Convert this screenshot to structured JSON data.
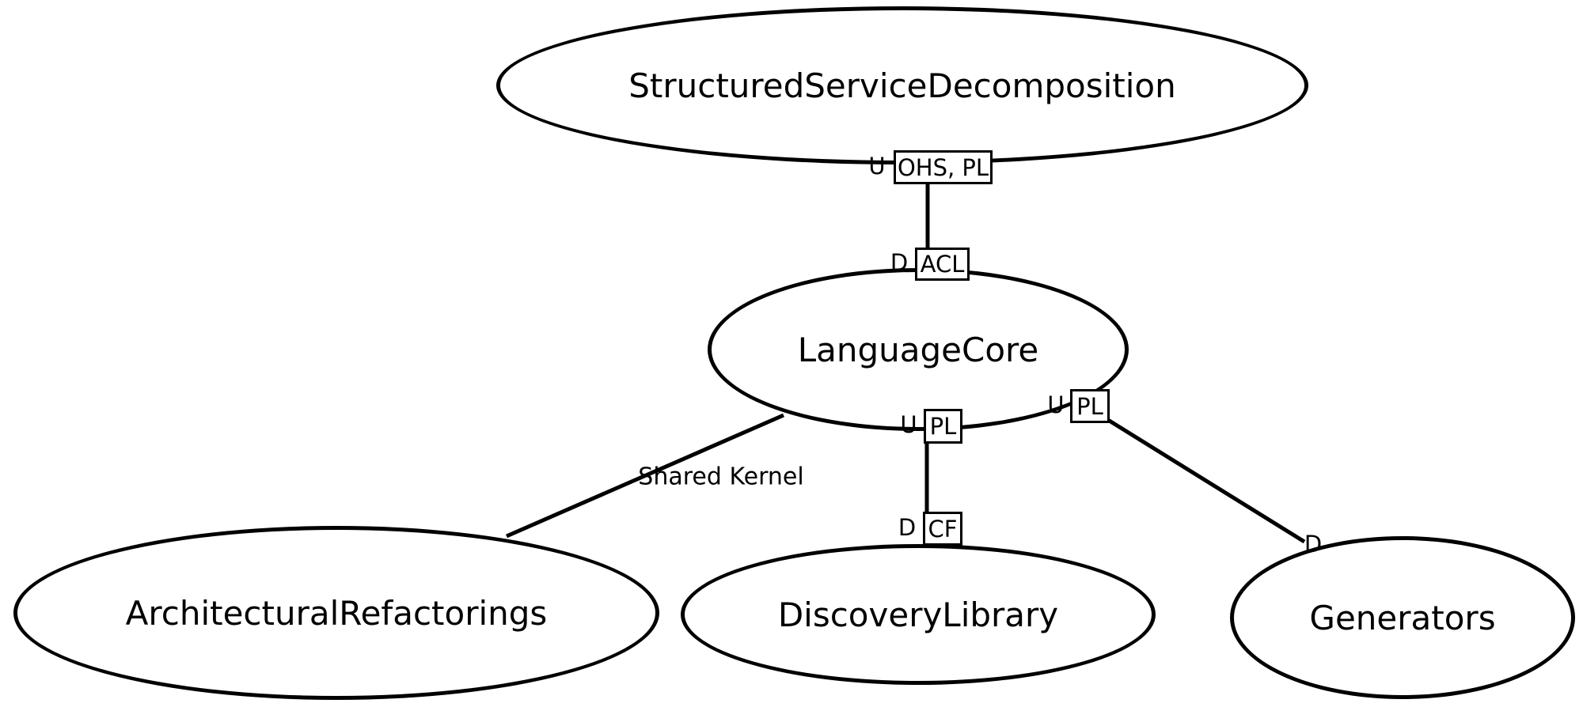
{
  "diagram": {
    "type": "context-map",
    "background_color": "#ffffff",
    "stroke_color": "#000000",
    "nodes": [
      {
        "id": "structured-service-decomposition",
        "label": "StructuredServiceDecomposition"
      },
      {
        "id": "language-core",
        "label": "LanguageCore"
      },
      {
        "id": "architectural-refactorings",
        "label": "ArchitecturalRefactorings"
      },
      {
        "id": "discovery-library",
        "label": "DiscoveryLibrary"
      },
      {
        "id": "generators",
        "label": "Generators"
      }
    ],
    "relationship_boxes": {
      "ohs_pl": "OHS, PL",
      "acl": "ACL",
      "pl_to_discovery": "PL",
      "pl_to_generators": "PL",
      "cf": "CF"
    },
    "role_markers": {
      "upstream": "U",
      "downstream": "D"
    },
    "edge_labels": {
      "shared_kernel": "Shared Kernel"
    },
    "edges": [
      {
        "from": "structured-service-decomposition",
        "to": "language-core",
        "tail": "U OHS, PL",
        "head": "D ACL"
      },
      {
        "from": "language-core",
        "to": "discovery-library",
        "tail": "U PL",
        "head": "D CF"
      },
      {
        "from": "language-core",
        "to": "generators",
        "tail": "U PL",
        "head": "D"
      },
      {
        "from": "language-core",
        "to": "architectural-refactorings",
        "label": "Shared Kernel"
      }
    ]
  }
}
